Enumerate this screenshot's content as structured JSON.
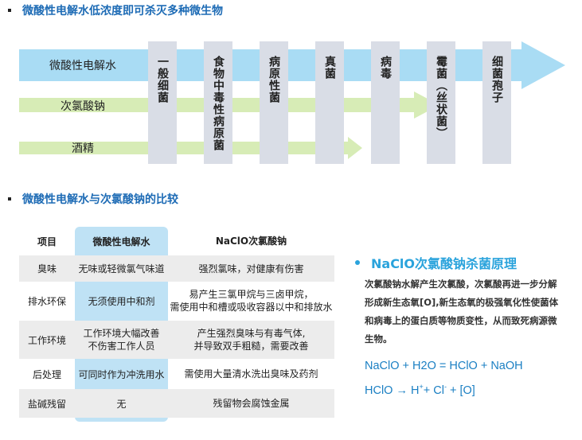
{
  "section1": {
    "title": "微酸性电解水低浓度即可杀灭多种微生物"
  },
  "agents": [
    {
      "label": "微酸性电解水",
      "color": "#a9dcf4"
    },
    {
      "label": "次氯酸钠",
      "color": "#d7ecb6"
    },
    {
      "label": "酒精",
      "color": "#d7ecb6"
    }
  ],
  "organisms": [
    "一般细菌",
    "食物中毒性病原菌",
    "病原性菌",
    "真菌",
    "病毒",
    "霉菌（丝状菌）",
    "细菌孢子"
  ],
  "section2": {
    "title": "微酸性电解水与次氯酸钠的比较"
  },
  "table": {
    "headers": [
      "项目",
      "微酸性电解水",
      "NaClO次氯酸钠"
    ],
    "rows": [
      {
        "item": "臭味",
        "sa": [
          "无味或轻微氯气味道"
        ],
        "naclo": [
          "强烈氯味，对健康有伤害"
        ]
      },
      {
        "item": "排水环保",
        "sa": [
          "无须使用中和剂"
        ],
        "naclo": [
          "易产生三氯甲烷与三卤甲烷，",
          "需使用中和槽或吸收容器以中和排放水"
        ]
      },
      {
        "item": "工作环境",
        "sa": [
          "工作环境大幅改善",
          "不伤害工作人员"
        ],
        "naclo": [
          "产生强烈臭味与有毒气体,",
          "并导致双手粗糙，需要改善"
        ]
      },
      {
        "item": "后处理",
        "sa": [
          "可同时作为冲洗用水"
        ],
        "naclo": [
          "需使用大量清水洗出臭味及药剂"
        ]
      },
      {
        "item": "盐碱残留",
        "sa": [
          "无"
        ],
        "naclo": [
          "残留物会腐蚀金属"
        ]
      }
    ]
  },
  "principle": {
    "title": "NaClO次氯酸钠杀菌原理",
    "lines": [
      "次氯酸钠水解产生次氯酸，次氯酸再进一步分解",
      "形成新生态氧[O],新生态氧的极强氧化性使菌体",
      "和病毒上的蛋白质等物质变性，从而致死病源微",
      "生物。"
    ],
    "eq1": "NaClO + H2O = HClO + NaOH",
    "eq2_left": "HClO → H",
    "eq2_sup1": "+",
    "eq2_mid": "+ Cl",
    "eq2_sup2": "-",
    "eq2_right": " + [O]"
  }
}
